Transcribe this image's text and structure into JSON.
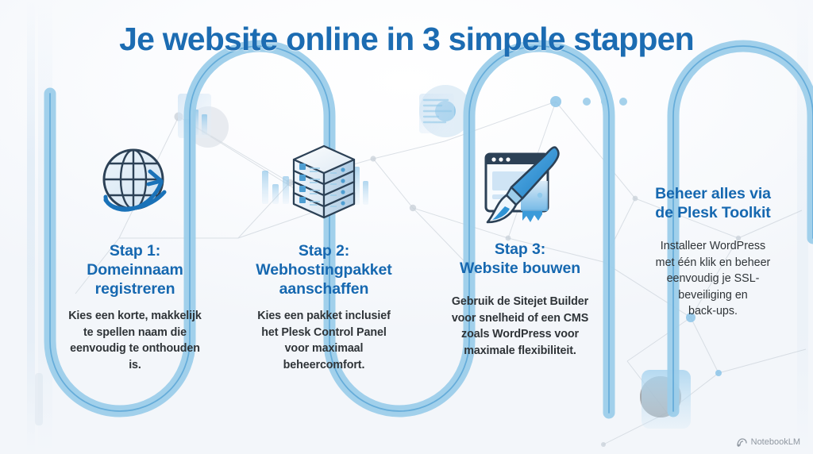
{
  "title": "Je website online in 3 simpele stappen",
  "colors": {
    "title_blue": "#1c6cb2",
    "heading_blue": "#1668b0",
    "ribbon_band": "#9ccdea",
    "ribbon_line": "#5ea7d7",
    "body_text": "#2f3438",
    "background": "#f4f7fb"
  },
  "steps": [
    {
      "icon": "globe-orbit-icon",
      "heading_lines": [
        "Stap 1:",
        "Domeinnaam",
        "registreren"
      ],
      "body_lines": [
        "Kies een korte, makkelijk",
        "te spellen naam die",
        "eenvoudig te onthouden",
        "is."
      ]
    },
    {
      "icon": "server-stack-icon",
      "heading_lines": [
        "Stap 2:",
        "Webhostingpakket",
        "aanschaffen"
      ],
      "body_lines": [
        "Kies een pakket inclusief",
        "het Plesk Control Panel",
        "voor maximaal",
        "beheercomfort."
      ]
    },
    {
      "icon": "browser-paintbrush-icon",
      "heading_lines": [
        "Stap 3:",
        "Website bouwen"
      ],
      "body_lines": [
        "Gebruik de Sitejet Builder",
        "voor snelheid of een CMS",
        "zoals WordPress voor",
        "maximale flexibiliteit."
      ]
    },
    {
      "icon": "none",
      "heading_lines": [
        "Beheer alles via",
        "de Plesk Toolkit"
      ],
      "body_lines": [
        "Installeer WordPress",
        "met één klik en beheer",
        "eenvoudig je SSL-",
        "beveiliging en",
        "back-ups."
      ]
    }
  ],
  "watermark": {
    "label": "NotebookLM",
    "icon": "notebooklm-icon"
  }
}
